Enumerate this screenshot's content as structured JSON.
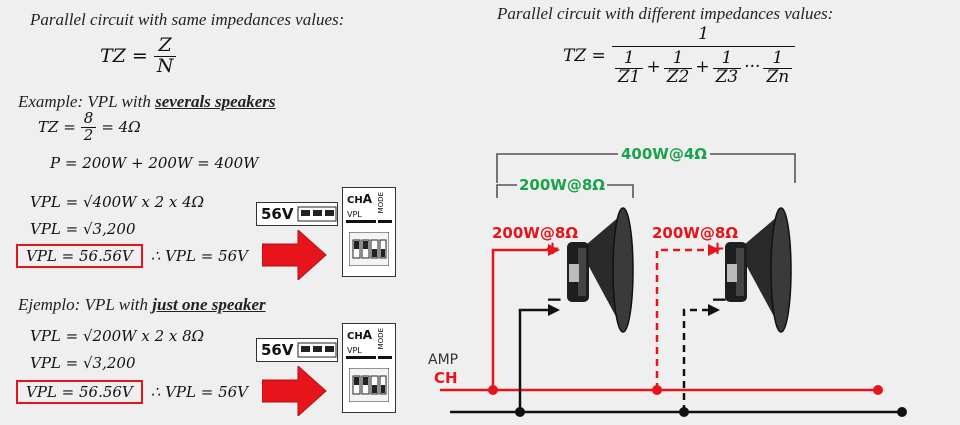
{
  "left": {
    "title1": "Parallel circuit with same impedances values:",
    "tz_same": {
      "lhs": "TZ =",
      "num": "Z",
      "den": "N"
    },
    "example1": {
      "prefix": "Example: VPL with ",
      "emph": "severals speakers"
    },
    "ex1_tz": {
      "lhs": "TZ =",
      "num": "8",
      "den": "2",
      "rhs": "= 4Ω"
    },
    "ex1_p": "P = 200W + 200W = 400W",
    "ex1_vpl1": "VPL = √400W x 2 x 4Ω",
    "ex1_vpl2": "VPL = √3,200",
    "ex1_vpl3": "VPL = 56.56V",
    "ex1_vpl3_suffix": "∴  VPL = 56V",
    "example2": {
      "prefix": "Ejemplo: VPL with ",
      "emph": "just one speaker"
    },
    "ex2_vpl1": "VPL = √200W x 2 x 8Ω",
    "ex2_vpl2": "VPL = √3,200",
    "ex2_vpl3": "VPL = 56.56V",
    "ex2_vpl3_suffix": "∴  VPL = 56V"
  },
  "switches": {
    "label": "56V",
    "ch_label": "CH",
    "ch_letter": "A",
    "mode_label": "MODE",
    "vpl_label": "VPL"
  },
  "right": {
    "title2": "Parallel circuit with different impedances values:",
    "tz_diff": {
      "lhs": "TZ =",
      "num": "1",
      "terms": [
        "Z1",
        "Z2",
        "Z3",
        "Zn"
      ],
      "one": "1",
      "plus": "+",
      "dots": "···"
    },
    "total_label": "400W@4Ω",
    "pair_label": "200W@8Ω",
    "spk1_label": "200W@8Ω",
    "spk2_label": "200W@8Ω",
    "plus_sign": "+",
    "minus_sign": "−",
    "amp_label": "AMP",
    "ch_label": "CH"
  },
  "colors": {
    "red": "#e8141b",
    "green": "#19a34a",
    "box_red": "#e0161b"
  }
}
